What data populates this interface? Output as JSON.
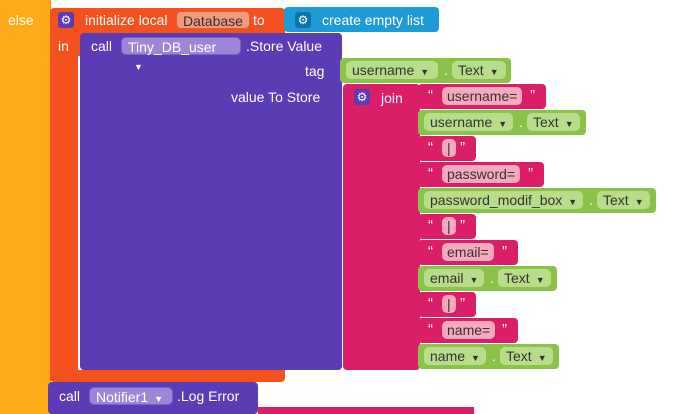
{
  "else_label": "else",
  "init": {
    "keyword": "initialize local",
    "var_name": "Database",
    "to": "to"
  },
  "create_list": "create empty list",
  "in_label": "in",
  "call_store": {
    "call": "call",
    "component": "Tiny_DB_user",
    "method": ".Store Value"
  },
  "tag_label": "tag",
  "value_label": "value To Store",
  "tag_value": {
    "component": "username",
    "prop": "Text"
  },
  "join_label": "join",
  "join_items": [
    {
      "kind": "text",
      "value": "username="
    },
    {
      "kind": "getter",
      "component": "username",
      "prop": "Text"
    },
    {
      "kind": "text",
      "value": "|"
    },
    {
      "kind": "text",
      "value": "password="
    },
    {
      "kind": "getter",
      "component": "password_modif_box",
      "prop": "Text"
    },
    {
      "kind": "text",
      "value": "|"
    },
    {
      "kind": "text",
      "value": "email="
    },
    {
      "kind": "getter",
      "component": "email",
      "prop": "Text"
    },
    {
      "kind": "text",
      "value": "|"
    },
    {
      "kind": "text",
      "value": "name="
    },
    {
      "kind": "getter",
      "component": "name",
      "prop": "Text"
    }
  ],
  "call_log": {
    "call": "call",
    "component": "Notifier1",
    "method": ".Log Error"
  },
  "dot": ".",
  "quote_open": "“",
  "quote_close": "”",
  "colors": {
    "control": "#FFAB19",
    "local_var": "#F4511E",
    "component_call": "#5C3CB5",
    "list": "#1E9BD7",
    "text": "#DA1F68",
    "getter": "#8BC34A"
  }
}
